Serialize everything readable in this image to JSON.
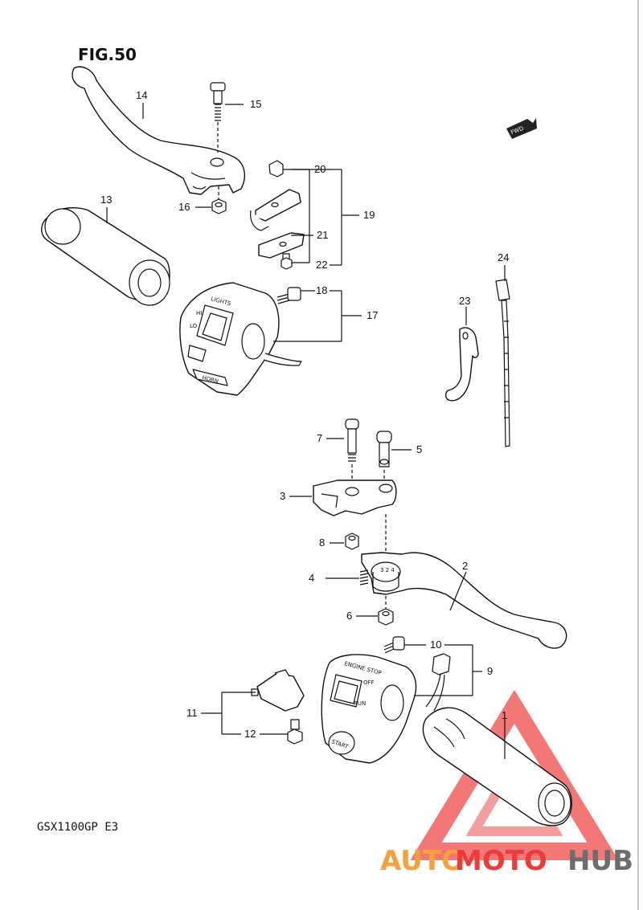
{
  "figure": {
    "title": "FIG.50",
    "model": "GSX1100GP  E3"
  },
  "fwd_badge": "FWD",
  "switch_texts": {
    "lights": "LIGHTS",
    "hi": "HI",
    "lo": "LO",
    "horn": "HORN",
    "start": "START",
    "engine_stop": "ENGINE STOP",
    "off": "OFF",
    "run": "RUN"
  },
  "part_numbers": [
    "1",
    "2",
    "3",
    "4",
    "5",
    "6",
    "7",
    "8",
    "9",
    "10",
    "11",
    "12",
    "13",
    "14",
    "15",
    "16",
    "17",
    "18",
    "19",
    "20",
    "21",
    "22",
    "23",
    "24"
  ],
  "watermark": {
    "auto": "AUTO",
    "moto": "MOTO",
    "hub": "HUB"
  },
  "colors": {
    "ink": "#111111",
    "wm_orange": "#f5a03a",
    "wm_red": "#ee3a3a",
    "wm_gray": "#6d6d6d",
    "frame": "#c8c8c8"
  }
}
